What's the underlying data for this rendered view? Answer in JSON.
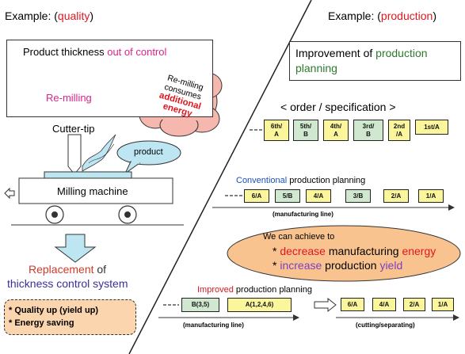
{
  "left": {
    "heading_prefix": "Example: (",
    "heading_word": "quality",
    "heading_suffix": ")",
    "problem_prefix": "Product thickness ",
    "problem_highlight": "out of control",
    "remilling": "Re-milling",
    "cloud": {
      "line1": "Re-milling",
      "line2": "consumes",
      "line3": "additional",
      "line4": "energy"
    },
    "cutter_tip": "Cutter-tip",
    "product": "product",
    "milling_machine": "Milling machine",
    "replacement_word": "Replacement",
    "replacement_suffix": " of",
    "replacement_line2": "thickness control system",
    "benefit1": "* Quality up (yield up)",
    "benefit2": "* Energy saving"
  },
  "right": {
    "heading_prefix": "Example: (",
    "heading_word": "production",
    "heading_suffix": ")",
    "improvement_prefix": "Improvement of ",
    "improvement_word": "production",
    "improvement_line2": "planning",
    "order_spec": "< order / specification >",
    "orders": [
      "6th/\nA",
      "5th/\nB",
      "4th/\nA",
      "3rd/\nB",
      "2nd\n/A",
      "1st/A"
    ],
    "conventional_word": "Conventional",
    "conventional_suffix": " production planning",
    "conventional_items": [
      "6/A",
      "5/B",
      "4/A",
      "3/B",
      "2/A",
      "1/A"
    ],
    "manufacturing_line": "(manufacturing line)",
    "achieve": "We can achieve to",
    "bullet1_star": "* ",
    "bullet1_highlight": "decrease",
    "bullet1_middle": " manufacturing ",
    "bullet1_end": "energy",
    "bullet2_star": "* ",
    "bullet2_highlight": "increase",
    "bullet2_middle": " production ",
    "bullet2_end": "yield",
    "improved_word": "Improved",
    "improved_suffix": " production planning",
    "improved_groups": [
      "B(3,5)",
      "A(1,2,4,6)"
    ],
    "manufacturing_line2": "(manufacturing line)",
    "cutting_items": [
      "6/A",
      "4/A",
      "2/A",
      "1/A"
    ],
    "cutting_label": "(cutting/separating)"
  },
  "colors": {
    "red": "#e0161f",
    "purple": "#7c3fc1",
    "green": "#2d7a2d",
    "blue": "#1d4fc1",
    "cell_yellow": "#fbf59b",
    "cell_green": "#cfe8cf",
    "cloud_pink": "#f6b8ae",
    "ellipse_orange": "#f9c38f",
    "product_blue": "#bde6f2",
    "benefit_box": "#fbd5ad"
  }
}
